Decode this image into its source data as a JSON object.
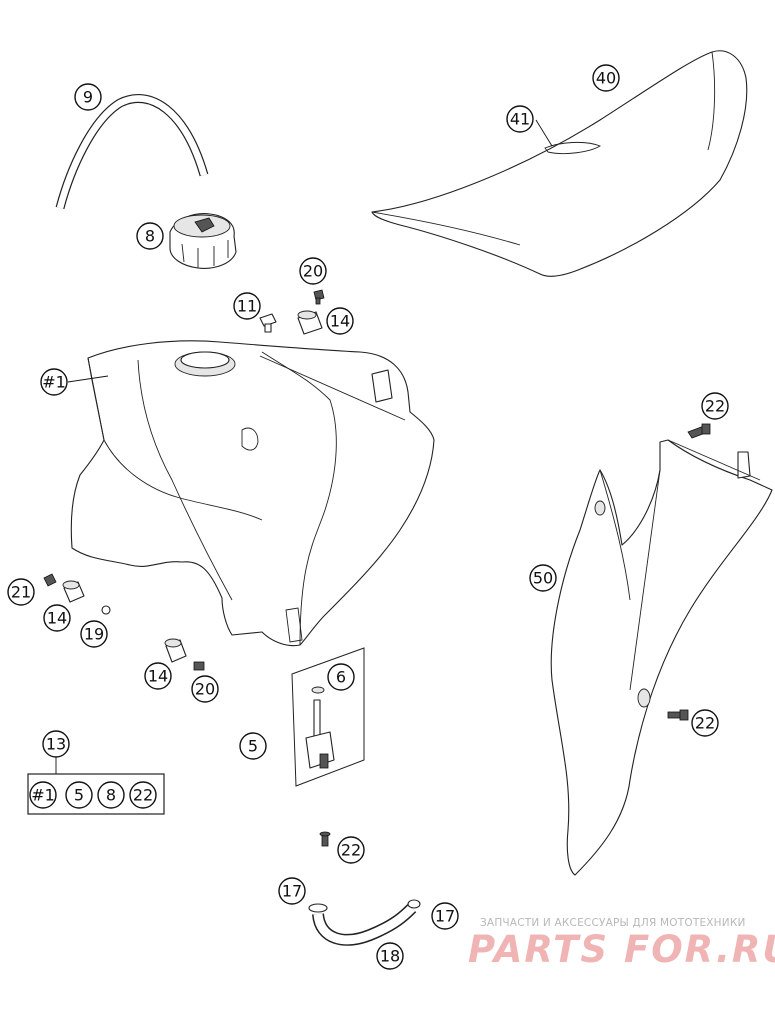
{
  "callouts": [
    {
      "id": "c40",
      "label": "40"
    },
    {
      "id": "c41",
      "label": "41"
    },
    {
      "id": "c9",
      "label": "9"
    },
    {
      "id": "c8",
      "label": "8"
    },
    {
      "id": "c20a",
      "label": "20"
    },
    {
      "id": "c11",
      "label": "11"
    },
    {
      "id": "c14a",
      "label": "14"
    },
    {
      "id": "c1",
      "label": "#1"
    },
    {
      "id": "c22a",
      "label": "22"
    },
    {
      "id": "c50",
      "label": "50"
    },
    {
      "id": "c21",
      "label": "21"
    },
    {
      "id": "c14b",
      "label": "14"
    },
    {
      "id": "c19",
      "label": "19"
    },
    {
      "id": "c14c",
      "label": "14"
    },
    {
      "id": "c20b",
      "label": "20"
    },
    {
      "id": "c6",
      "label": "6"
    },
    {
      "id": "c5",
      "label": "5"
    },
    {
      "id": "c22b",
      "label": "22"
    },
    {
      "id": "c13",
      "label": "13"
    },
    {
      "id": "c22c",
      "label": "22"
    },
    {
      "id": "c17a",
      "label": "17"
    },
    {
      "id": "c17b",
      "label": "17"
    },
    {
      "id": "c18",
      "label": "18"
    }
  ],
  "kit": {
    "label": "13",
    "items": [
      "#1",
      "5",
      "8",
      "22"
    ]
  },
  "watermark": {
    "tagline": "ЗАПЧАСТИ И АКСЕССУАРЫ ДЛЯ МОТОТЕХНИКИ",
    "brand": "PARTS FOR.RU"
  }
}
